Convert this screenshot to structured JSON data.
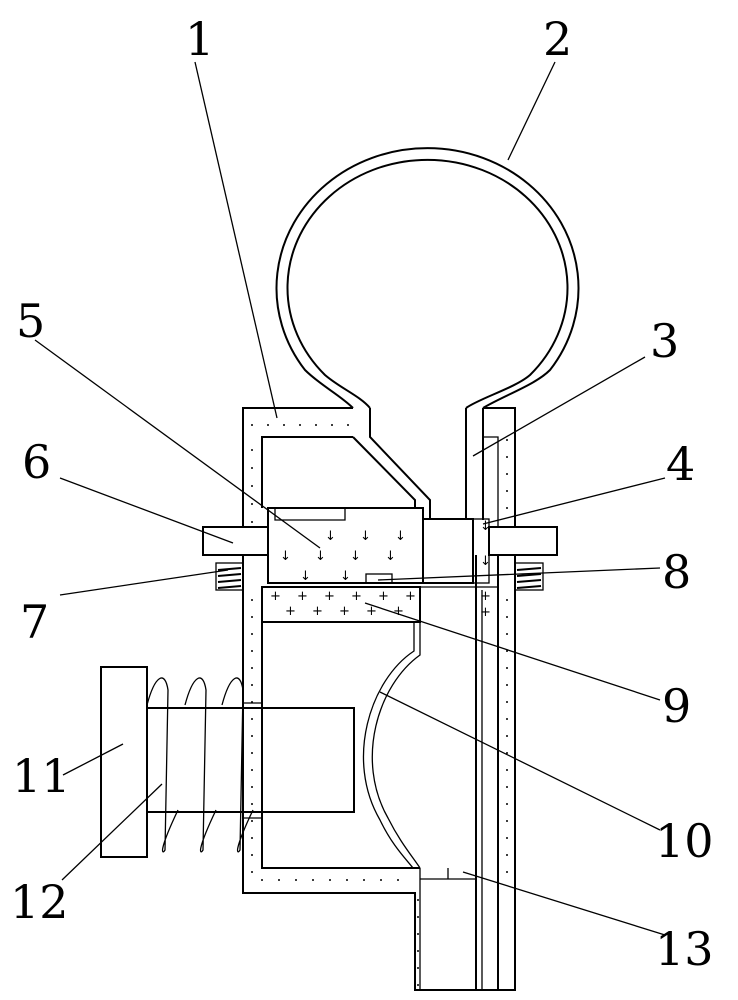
{
  "figure": {
    "type": "mechanical cross-section patent drawing",
    "labels": [
      "1",
      "2",
      "3",
      "4",
      "5",
      "6",
      "7",
      "8",
      "9",
      "10",
      "11",
      "12",
      "13"
    ],
    "line_color": "#000000",
    "background": "#ffffff"
  }
}
